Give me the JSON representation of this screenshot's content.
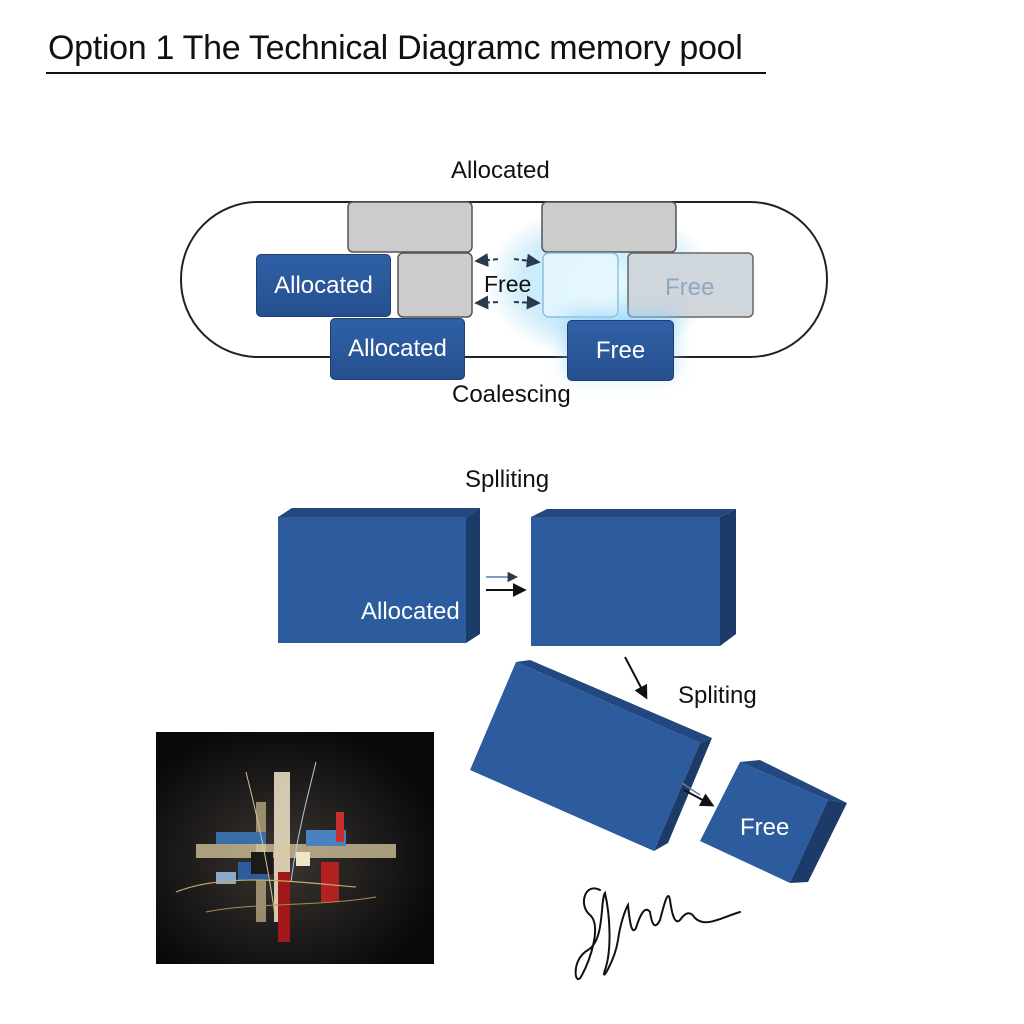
{
  "title": "Option 1 The Technical Diagramc memory pool",
  "pool": {
    "top_label": "Allocated",
    "left_block": "Allocated",
    "middle_label": "Free",
    "gray_right_block": "Free",
    "bottom_left_block": "Allocated",
    "bottom_right_block": "Free",
    "bottom_label": "Coalescing"
  },
  "splitting": {
    "heading": "Splliting",
    "first_block": "Allocated",
    "second_label": "Spliting",
    "free_block": "Free"
  },
  "signature": "signature",
  "colors": {
    "block_blue": "#2b5a9b",
    "block_gray": "#cccccc",
    "glow": "#9ad8f5"
  }
}
